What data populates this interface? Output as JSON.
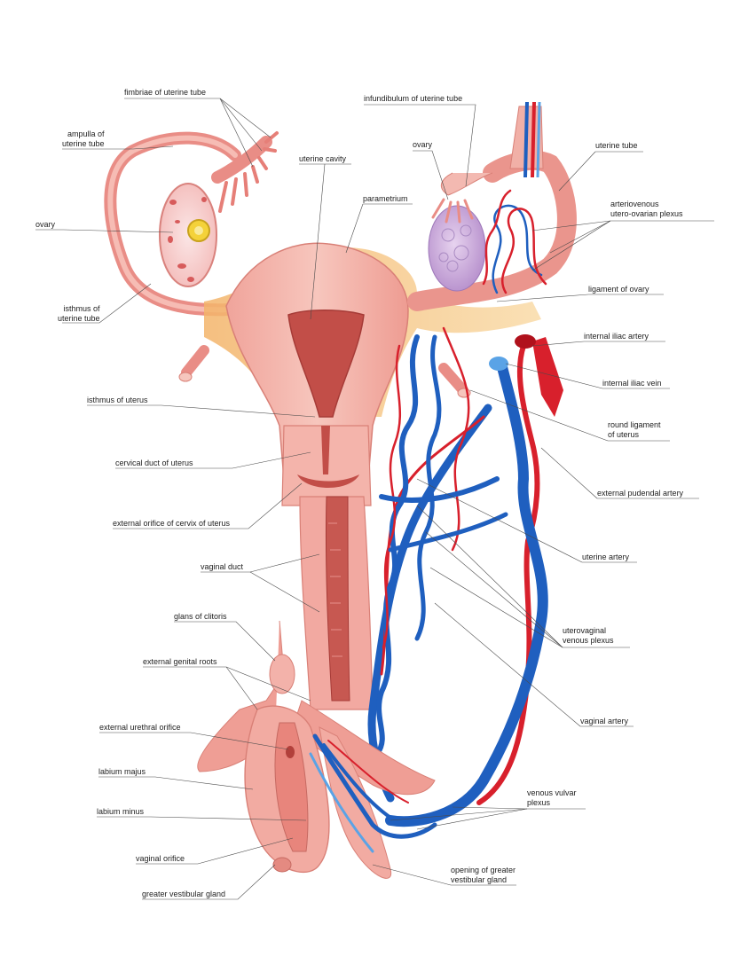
{
  "colors": {
    "tissue_pink": "#f2a7a0",
    "tissue_light": "#f8cfc7",
    "mucosa": "#c9574f",
    "artery": "#d8202c",
    "vein": "#1f5fbf",
    "vein_light": "#5aa3e6",
    "ovary_purple": "#c9a6d8",
    "parametrium": "#f6c37a",
    "label_text": "#222222"
  },
  "labels": {
    "fimbriae": "fimbriae of uterine tube",
    "ampulla": "ampulla of\nuterine tube",
    "ovary_left": "ovary",
    "isthmus_tube": "isthmus of\nuterine tube",
    "uterine_cavity": "uterine cavity",
    "parametrium": "parametrium",
    "infundibulum": "infundibulum of uterine tube",
    "ovary_right": "ovary",
    "uterine_tube": "uterine tube",
    "arteriovenous": "arteriovenous\nutero-ovarian plexus",
    "ligament_ovary": "ligament of ovary",
    "internal_iliac_artery": "internal iliac artery",
    "internal_iliac_vein": "internal iliac vein",
    "round_ligament": "round ligament\nof uterus",
    "external_pudendal": "external pudendal artery",
    "isthmus_uterus": "isthmus of uterus",
    "cervical_duct": "cervical duct of uterus",
    "external_orifice": "external orifice of cervix of uterus",
    "vaginal_duct": "vaginal duct",
    "uterine_artery": "uterine artery",
    "glans_clitoris": "glans of clitoris",
    "external_genital_roots": "external genital roots",
    "uterovaginal": "uterovaginal\nvenous plexus",
    "external_urethral": "external urethral orifice",
    "vaginal_artery": "vaginal artery",
    "labium_majus": "labium majus",
    "labium_minus": "labium minus",
    "venous_vulvar": "venous vulvar\nplexus",
    "vaginal_orifice": "vaginal orifice",
    "opening_greater": "opening of greater\nvestibular gland",
    "greater_vestibular": "greater vestibular gland"
  }
}
